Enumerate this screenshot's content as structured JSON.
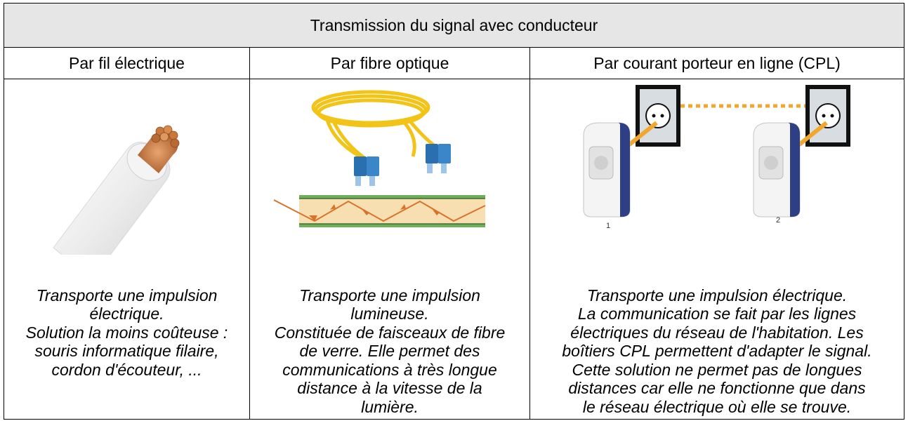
{
  "table": {
    "title": "Transmission du signal avec conducteur",
    "columns": [
      {
        "header": "Par fil électrique",
        "description_lines": [
          "Transporte une impulsion",
          "électrique.",
          "Solution la moins coûteuse :",
          "souris informatique filaire,",
          "cordon d'écouteur, ..."
        ],
        "illustration": "copper-wire-icon"
      },
      {
        "header": "Par fibre optique",
        "description_lines": [
          "Transporte une impulsion",
          "lumineuse.",
          "Constituée de faisceaux de fibre",
          "de verre. Elle permet des",
          "communications à très longue",
          "distance à la vitesse de la",
          "lumière."
        ],
        "illustration": "optical-fiber-icon"
      },
      {
        "header": "Par courant porteur en ligne (CPL)",
        "description_lines": [
          "Transporte une impulsion électrique.",
          "La communication se fait par les lignes",
          "électriques du réseau de l'habitation. Les",
          "boîtiers CPL permettent d'adapter le signal.",
          "Cette solution ne permet pas de longues",
          "distances car elle ne fonctionne que dans",
          "le réseau électrique où elle se trouve."
        ],
        "illustration": "cpl-adapters-icon",
        "adapter_labels": [
          "1",
          "2"
        ]
      }
    ]
  },
  "colors": {
    "title_bg": "#e6e6e6",
    "copper": "#c8783c",
    "fiber_yellow": "#f2c418",
    "connector_blue": "#2a6fb0",
    "light_path": "#d9732a",
    "cladding_green": "#6fae5a",
    "core_fill": "#f7dfb2",
    "cpl_orange": "#f2a72c"
  }
}
